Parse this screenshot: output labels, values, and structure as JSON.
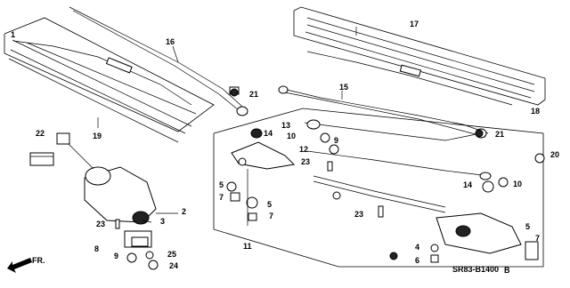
{
  "callouts": [
    {
      "id": "c1",
      "text": "1"
    },
    {
      "id": "c2",
      "text": "2"
    },
    {
      "id": "c3",
      "text": "3"
    },
    {
      "id": "c4",
      "text": "4"
    },
    {
      "id": "c5a",
      "text": "5"
    },
    {
      "id": "c5b",
      "text": "5"
    },
    {
      "id": "c5c",
      "text": "5"
    },
    {
      "id": "c6",
      "text": "6"
    },
    {
      "id": "c7a",
      "text": "7"
    },
    {
      "id": "c7b",
      "text": "7"
    },
    {
      "id": "c7c",
      "text": "7"
    },
    {
      "id": "c8",
      "text": "8"
    },
    {
      "id": "c9a",
      "text": "9"
    },
    {
      "id": "c9b",
      "text": "9"
    },
    {
      "id": "c10a",
      "text": "10"
    },
    {
      "id": "c10b",
      "text": "10"
    },
    {
      "id": "c11",
      "text": "11"
    },
    {
      "id": "c12",
      "text": "12"
    },
    {
      "id": "c13",
      "text": "13"
    },
    {
      "id": "c14a",
      "text": "14"
    },
    {
      "id": "c14b",
      "text": "14"
    },
    {
      "id": "c15",
      "text": "15"
    },
    {
      "id": "c16",
      "text": "16"
    },
    {
      "id": "c17",
      "text": "17"
    },
    {
      "id": "c18",
      "text": "18"
    },
    {
      "id": "c19",
      "text": "19"
    },
    {
      "id": "c20",
      "text": "20"
    },
    {
      "id": "c21a",
      "text": "21"
    },
    {
      "id": "c21b",
      "text": "21"
    },
    {
      "id": "c22",
      "text": "22"
    },
    {
      "id": "c23a",
      "text": "23"
    },
    {
      "id": "c23b",
      "text": "23"
    },
    {
      "id": "c23c",
      "text": "23"
    },
    {
      "id": "c24",
      "text": "24"
    },
    {
      "id": "c25",
      "text": "25"
    }
  ],
  "direction_label": "FR.",
  "diagram_code": "SR83-B1400",
  "revision_letter": "B"
}
